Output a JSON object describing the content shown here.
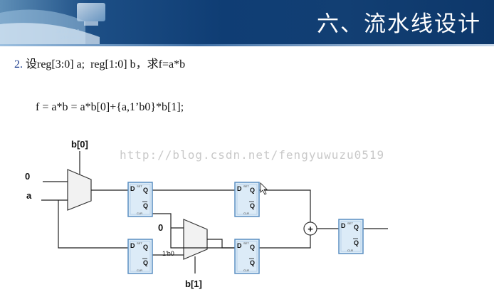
{
  "slide": {
    "title": "六、流水线设计",
    "problem_number": "2.",
    "problem_text": " 设reg[3:0] a;  reg[1:0] b，求f=a*b",
    "formula": "f = a*b = a*b[0]+{a,1’b0}*b[1];",
    "watermark": "http://blog.csdn.net/fengyuwuzu0519"
  },
  "colors": {
    "header_dark": "#0f3d74",
    "flipflop_fill": "#dcebf7",
    "flipflop_border": "#5b8fc2",
    "mux_fill": "#f2f2f2"
  },
  "diagram": {
    "mux_top": {
      "select": "b[0]",
      "input_0": "0",
      "input_1": "a"
    },
    "mux_bottom": {
      "select": "b[1]",
      "input_0": "0",
      "input_1": "1'b0"
    },
    "adder_symbol": "+",
    "flipflop": {
      "pin_d": "D",
      "pin_q": "Q",
      "pin_qbar": "Q",
      "clr": "CLR",
      "set": "SET"
    }
  }
}
